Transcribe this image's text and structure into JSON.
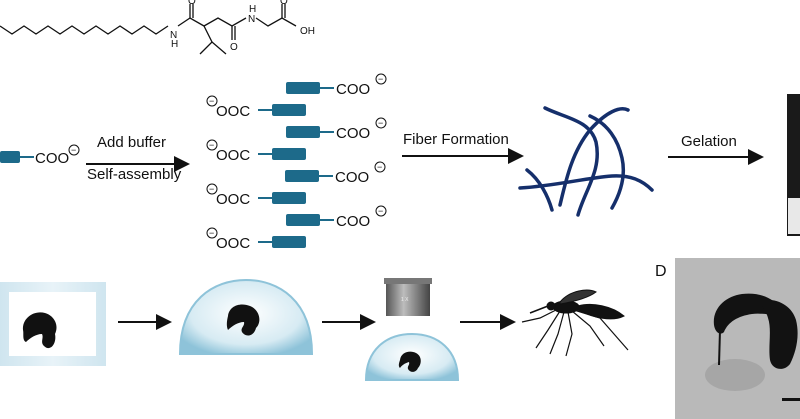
{
  "structure": {
    "atoms": [
      "N",
      "H",
      "O",
      "N",
      "H",
      "O",
      "O",
      "OH"
    ]
  },
  "process": {
    "step1": [
      "Add buffer",
      "Self-assembly"
    ],
    "step2": "Fiber Formation",
    "step3": "Gelation"
  },
  "groups": {
    "carboxylate": "COO",
    "carboxylate_reversed": "OOC",
    "charge_symbol": "−"
  },
  "panels": {
    "d_label": "D",
    "microscope_objective_label": "1 X"
  },
  "colors": {
    "amphiphile_head": "#1d6a8a",
    "fiber": "#152f6b",
    "gel_droplet": "#8ec3d9"
  }
}
